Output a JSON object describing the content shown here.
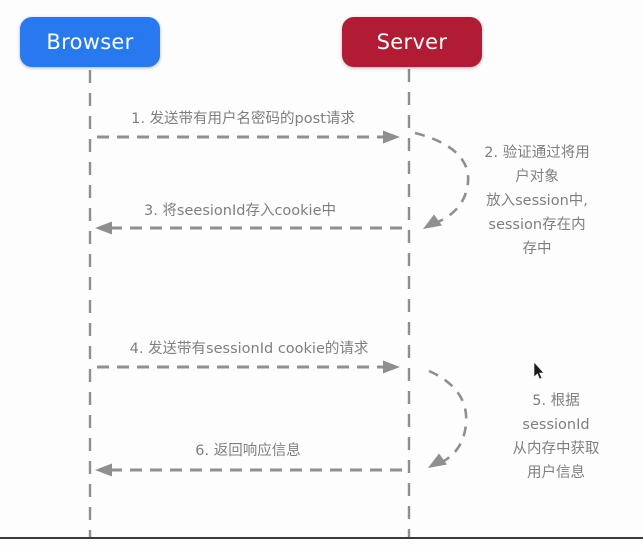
{
  "colors": {
    "background": "#fdfdfd",
    "browser-box": "#2879f0",
    "server-box": "#b11c34",
    "actor-text": "#ffffff",
    "line": "#8f8f8f",
    "message-text": "#7f7f7f",
    "frame-line": "#3a3a3a",
    "cursor": "#1b1b1b"
  },
  "diagram": {
    "type": "sequence",
    "actors": [
      {
        "name": "Browser"
      },
      {
        "name": "Server"
      }
    ],
    "messages": [
      {
        "label": "1. 发送带有用户名密码的post请求",
        "from": "Browser",
        "to": "Server",
        "style": "dashed-arrow"
      },
      {
        "label": "2. 验证通过将用户对象\n放入session中,\nsession存在内存中",
        "from": "Server",
        "to": "Server",
        "style": "dashed-self-loop"
      },
      {
        "label": "3. 将seesionId存入cookie中",
        "from": "Server",
        "to": "Browser",
        "style": "dashed-arrow"
      },
      {
        "label": "4. 发送带有sessionId cookie的请求",
        "from": "Browser",
        "to": "Server",
        "style": "dashed-arrow"
      },
      {
        "label": "5. 根据sessionId\n从内存中获取用户信息",
        "from": "Server",
        "to": "Server",
        "style": "dashed-self-loop"
      },
      {
        "label": "6. 返回响应信息",
        "from": "Server",
        "to": "Browser",
        "style": "dashed-arrow"
      }
    ]
  }
}
